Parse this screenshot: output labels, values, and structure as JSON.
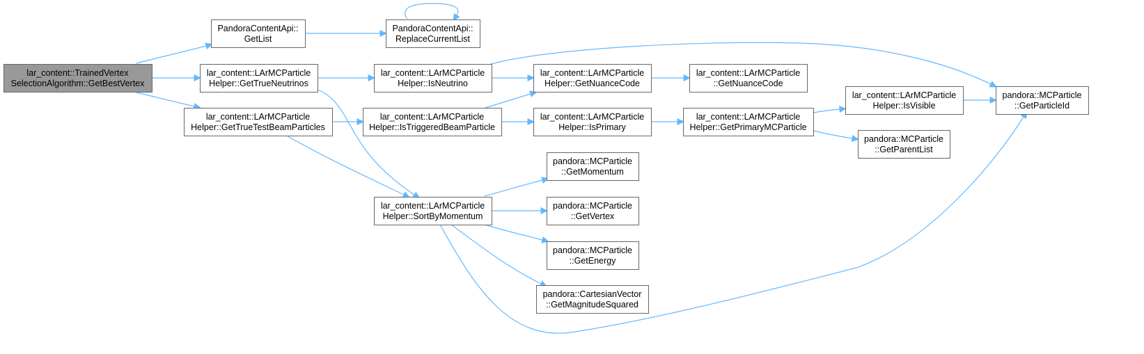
{
  "nodes": [
    {
      "id": "getBestVertex",
      "lines": [
        "lar_content::TrainedVertex",
        "SelectionAlgorithm::GetBestVertex"
      ],
      "root": true
    },
    {
      "id": "getList",
      "lines": [
        "PandoraContentApi::",
        "GetList"
      ]
    },
    {
      "id": "replaceCurrentList",
      "lines": [
        "PandoraContentApi::",
        "ReplaceCurrentList"
      ]
    },
    {
      "id": "getTrueNeutrinos",
      "lines": [
        "lar_content::LArMCParticle",
        "Helper::GetTrueNeutrinos"
      ]
    },
    {
      "id": "getTrueTestBeam",
      "lines": [
        "lar_content::LArMCParticle",
        "Helper::GetTrueTestBeamParticles"
      ]
    },
    {
      "id": "isNeutrino",
      "lines": [
        "lar_content::LArMCParticle",
        "Helper::IsNeutrino"
      ]
    },
    {
      "id": "isTriggeredBeam",
      "lines": [
        "lar_content::LArMCParticle",
        "Helper::IsTriggeredBeamParticle"
      ]
    },
    {
      "id": "sortByMomentum",
      "lines": [
        "lar_content::LArMCParticle",
        "Helper::SortByMomentum"
      ]
    },
    {
      "id": "helperGetNuanceCode",
      "lines": [
        "lar_content::LArMCParticle",
        "Helper::GetNuanceCode"
      ]
    },
    {
      "id": "isPrimary",
      "lines": [
        "lar_content::LArMCParticle",
        "Helper::IsPrimary"
      ]
    },
    {
      "id": "getMomentum",
      "lines": [
        "pandora::MCParticle",
        "::GetMomentum"
      ]
    },
    {
      "id": "getVertex",
      "lines": [
        "pandora::MCParticle",
        "::GetVertex"
      ]
    },
    {
      "id": "getEnergy",
      "lines": [
        "pandora::MCParticle",
        "::GetEnergy"
      ]
    },
    {
      "id": "getMagSq",
      "lines": [
        "pandora::CartesianVector",
        "::GetMagnitudeSquared"
      ]
    },
    {
      "id": "lArGetNuanceCode",
      "lines": [
        "lar_content::LArMCParticle",
        "::GetNuanceCode"
      ]
    },
    {
      "id": "getPrimaryMC",
      "lines": [
        "lar_content::LArMCParticle",
        "Helper::GetPrimaryMCParticle"
      ]
    },
    {
      "id": "isVisible",
      "lines": [
        "lar_content::LArMCParticle",
        "Helper::IsVisible"
      ]
    },
    {
      "id": "getParentList",
      "lines": [
        "pandora::MCParticle",
        "::GetParentList"
      ]
    },
    {
      "id": "getParticleId",
      "lines": [
        "pandora::MCParticle",
        "::GetParticleId"
      ]
    }
  ],
  "edges": [
    {
      "from": "getBestVertex",
      "to": "getList"
    },
    {
      "from": "getBestVertex",
      "to": "getTrueNeutrinos"
    },
    {
      "from": "getBestVertex",
      "to": "getTrueTestBeam"
    },
    {
      "from": "getList",
      "to": "replaceCurrentList"
    },
    {
      "from": "replaceCurrentList",
      "to": "replaceCurrentList"
    },
    {
      "from": "getTrueNeutrinos",
      "to": "isNeutrino"
    },
    {
      "from": "getTrueNeutrinos",
      "to": "sortByMomentum"
    },
    {
      "from": "getTrueTestBeam",
      "to": "isTriggeredBeam"
    },
    {
      "from": "getTrueTestBeam",
      "to": "sortByMomentum"
    },
    {
      "from": "isNeutrino",
      "to": "helperGetNuanceCode"
    },
    {
      "from": "isNeutrino",
      "to": "getParticleId"
    },
    {
      "from": "isTriggeredBeam",
      "to": "helperGetNuanceCode"
    },
    {
      "from": "isTriggeredBeam",
      "to": "isPrimary"
    },
    {
      "from": "helperGetNuanceCode",
      "to": "lArGetNuanceCode"
    },
    {
      "from": "isPrimary",
      "to": "getPrimaryMC"
    },
    {
      "from": "getPrimaryMC",
      "to": "isVisible"
    },
    {
      "from": "getPrimaryMC",
      "to": "getParentList"
    },
    {
      "from": "isVisible",
      "to": "getParticleId"
    },
    {
      "from": "sortByMomentum",
      "to": "getMomentum"
    },
    {
      "from": "sortByMomentum",
      "to": "getVertex"
    },
    {
      "from": "sortByMomentum",
      "to": "getEnergy"
    },
    {
      "from": "sortByMomentum",
      "to": "getMagSq"
    },
    {
      "from": "sortByMomentum",
      "to": "getParticleId"
    }
  ],
  "colors": {
    "edge": "#63b8ff",
    "node_border": "#666666",
    "node_fill": "#ffffff",
    "root_fill": "#999999"
  }
}
